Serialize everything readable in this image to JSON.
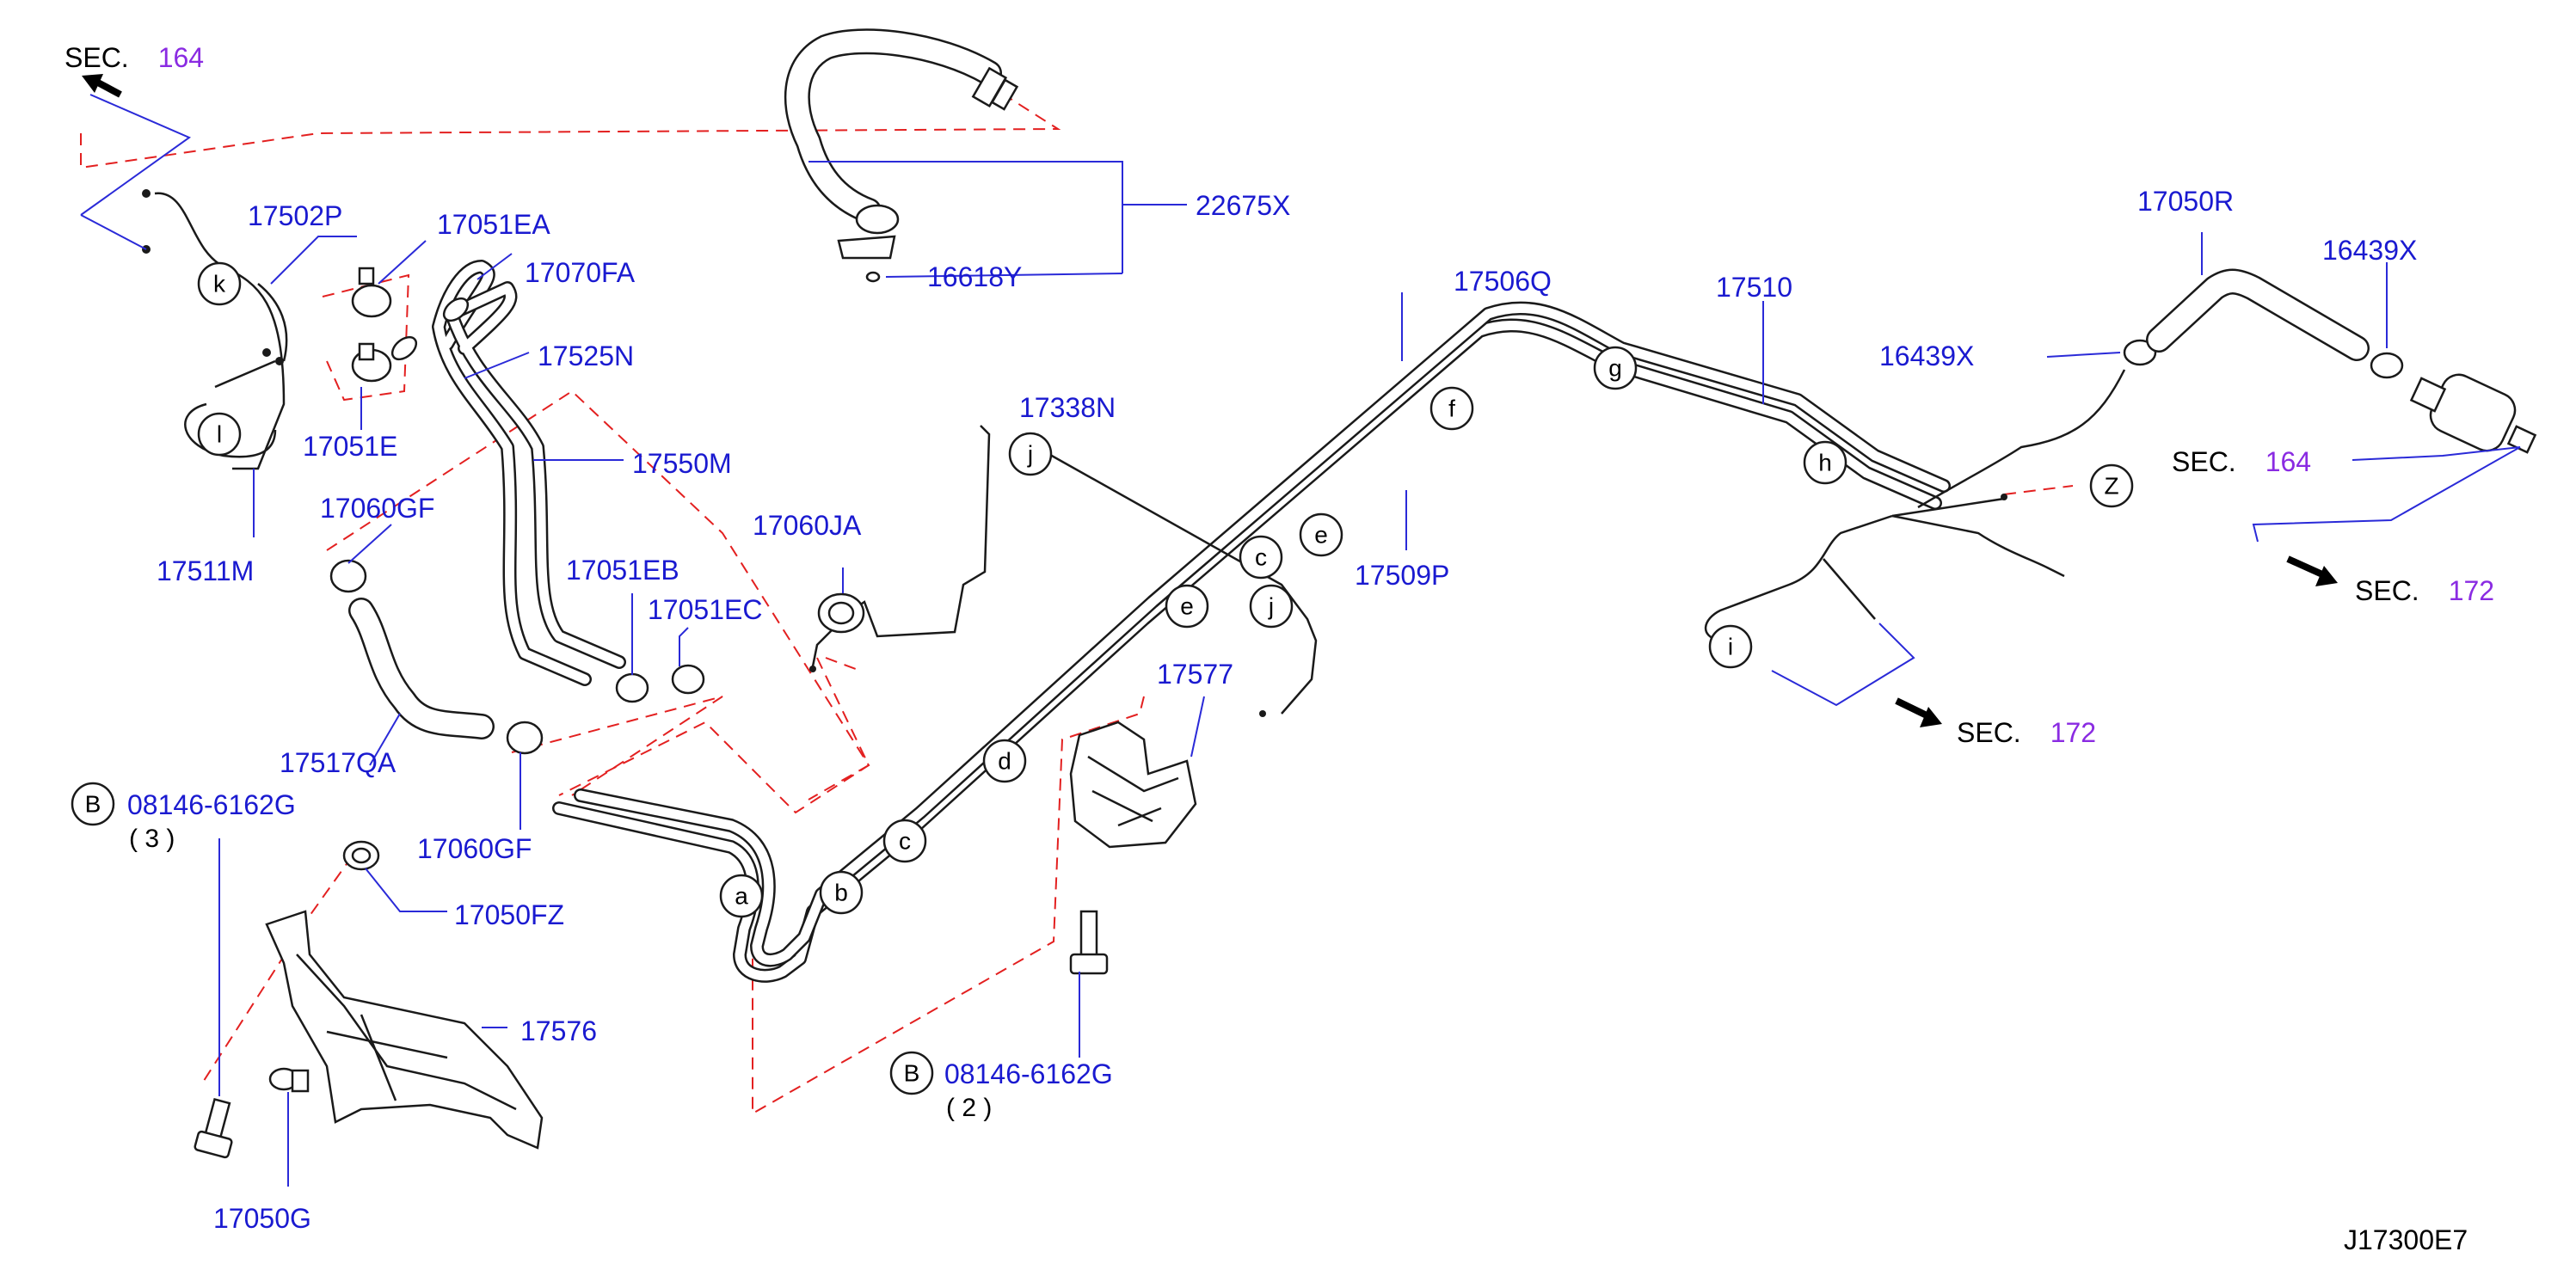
{
  "diagram": {
    "drawing_id": "J17300E7",
    "section_refs": [
      {
        "prefix": "SEC.",
        "number": "164"
      },
      {
        "prefix": "SEC.",
        "number": "164"
      },
      {
        "prefix": "SEC.",
        "number": "172"
      },
      {
        "prefix": "SEC.",
        "number": "172"
      }
    ],
    "part_labels": [
      "22675X",
      "16618Y",
      "17502P",
      "17051EA",
      "17070FA",
      "17525N",
      "17051E",
      "17550M",
      "17511M",
      "17060GF",
      "17051EB",
      "17051EC",
      "17060JA",
      "17338N",
      "17506Q",
      "17510",
      "17050R",
      "16439X",
      "16439X",
      "17509P",
      "17577",
      "17517QA",
      "17060GF",
      "08146-6162G",
      "17050FZ",
      "17576",
      "17050G",
      "08146-6162G"
    ],
    "callouts": [
      "k",
      "l",
      "j",
      "j",
      "a",
      "b",
      "c",
      "d",
      "e",
      "e",
      "c",
      "f",
      "g",
      "h",
      "i",
      "Z",
      "B",
      "B"
    ],
    "quantities": [
      "( 3 )",
      "( 2 )"
    ]
  }
}
